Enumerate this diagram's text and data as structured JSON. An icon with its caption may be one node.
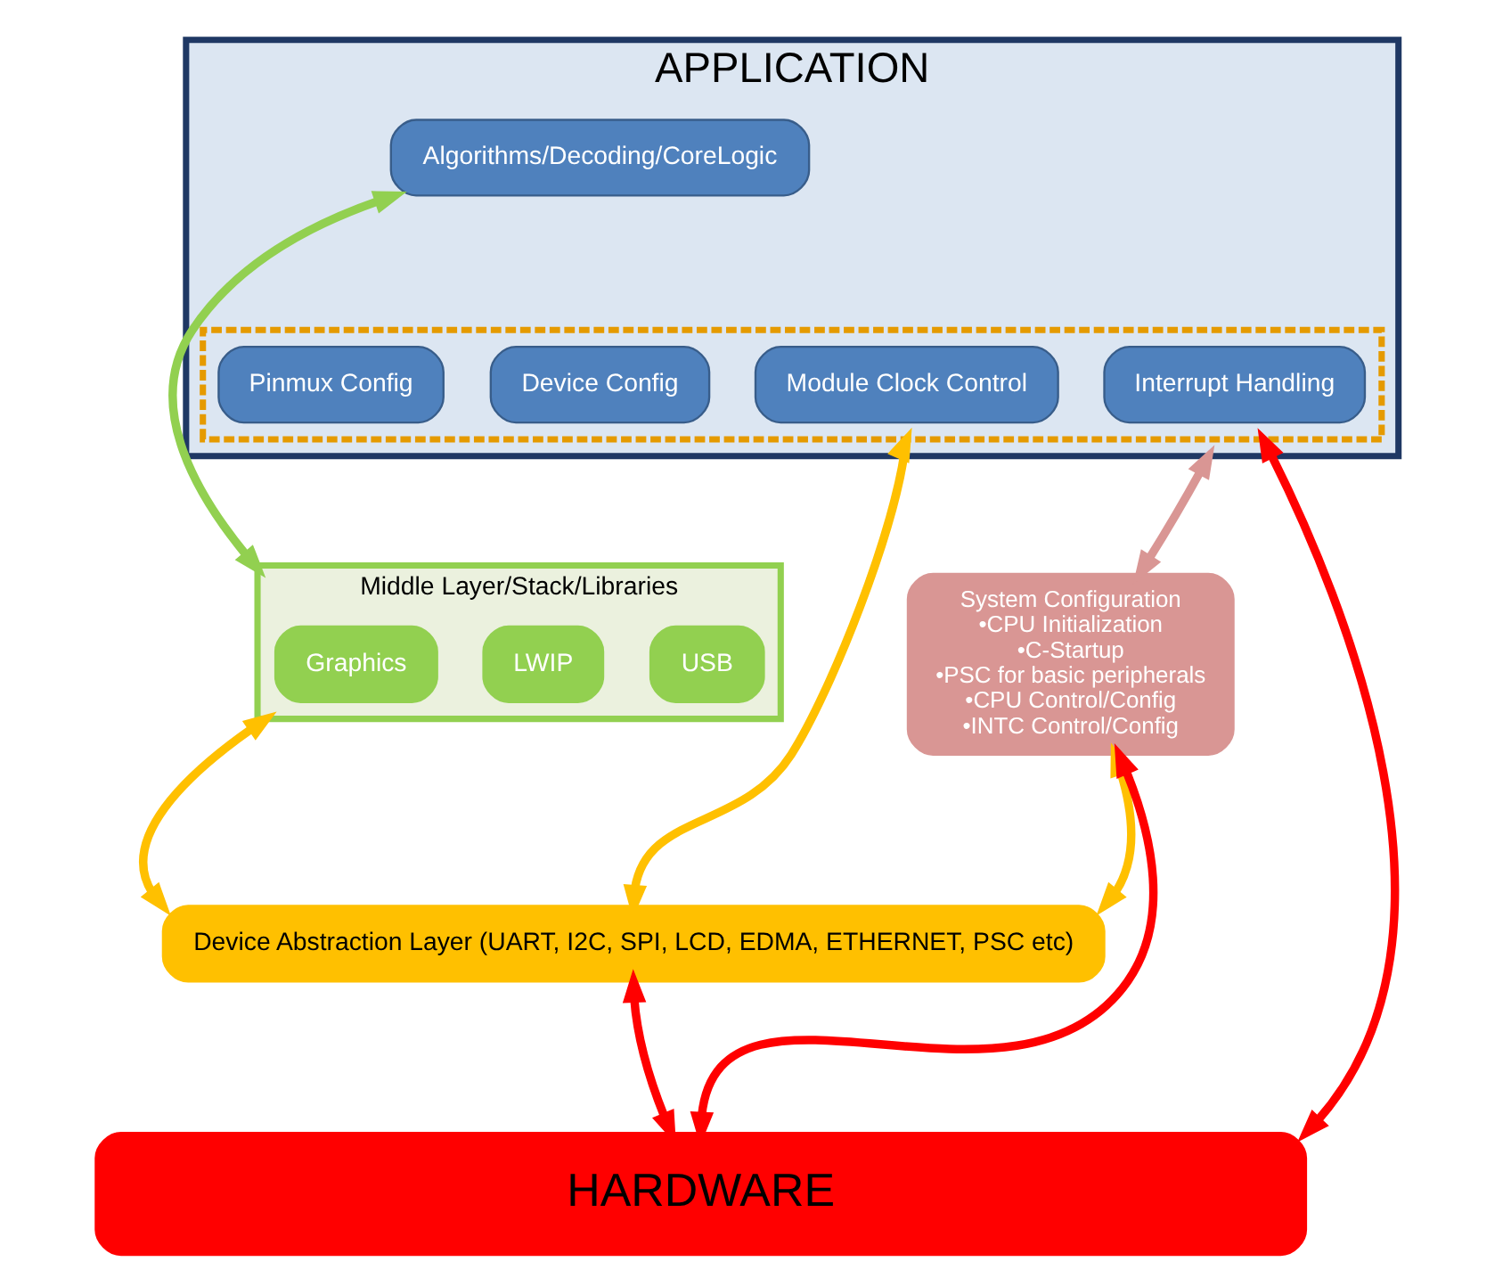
{
  "diagram": {
    "nodes": [
      {
        "text": [
          "APPLICATION"
        ]
      },
      {
        "text": [
          "Algorithms/Decoding/CoreLogic"
        ],
        "in": 0
      },
      {
        "text": [],
        "shape": "box",
        "in": 0
      },
      {
        "text": [
          "Device Config"
        ],
        "in": 2
      },
      {
        "text": [
          "Pinmux Config"
        ],
        "in": 2
      },
      {
        "text": [
          "Module Clock Control"
        ],
        "in": 2
      },
      {
        "text": [
          "Interrupt Handling"
        ],
        "in": 2
      },
      {
        "text": [
          "Middle Layer/Stack/Libraries"
        ]
      },
      {
        "text": [
          "USB"
        ],
        "in": 7
      },
      {
        "text": [
          "Graphics"
        ],
        "in": 7
      },
      {
        "text": [
          "LWIP"
        ],
        "in": 7
      },
      {
        "text": [
          "System Configuration",
          "•CPU Initialization",
          "•C-Startup",
          "•PSC for basic peripherals",
          "•CPU Control/Config",
          "•INTC Control/Config"
        ]
      },
      {
        "text": [
          "Device Abstraction Layer (UART, I2C, SPI, LCD, EDMA, ETHERNET, PSC etc)"
        ]
      },
      {
        "text": [
          "HARDWARE"
        ]
      }
    ],
    "edges": [
      {
        "from": 7,
        "to": 1,
        "arrow": "both",
        "color": "#92d050"
      },
      {
        "from": 12,
        "to": 7,
        "arrow": "both",
        "color": "#ffc000"
      },
      {
        "from": 12,
        "to": 2,
        "arrow": "both",
        "color": "#ffc000"
      },
      {
        "from": 12,
        "to": 11,
        "arrow": "both",
        "color": "#ffc000"
      },
      {
        "from": 11,
        "to": 0,
        "arrow": "both",
        "color": "#d99694"
      },
      {
        "from": 13,
        "to": 12,
        "arrow": "both",
        "color": "#ff0000"
      },
      {
        "from": 13,
        "to": 11,
        "arrow": "both",
        "color": "#ff0000"
      },
      {
        "from": 13,
        "to": 2,
        "arrow": "both",
        "color": "#ff0000"
      }
    ]
  }
}
